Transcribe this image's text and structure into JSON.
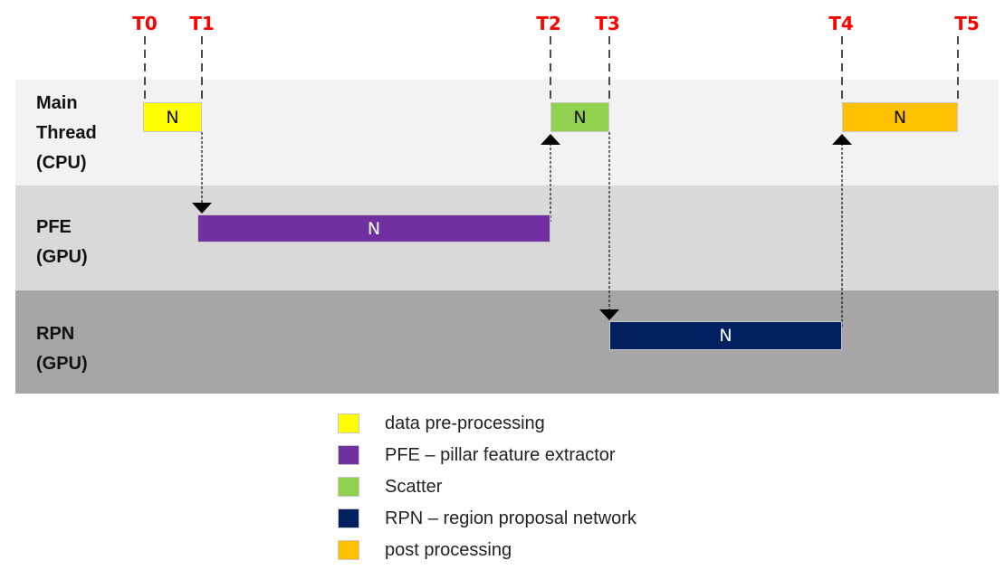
{
  "diagram": {
    "time_markers": [
      "T0",
      "T1",
      "T2",
      "T3",
      "T4",
      "T5"
    ],
    "lanes": [
      {
        "id": "main",
        "label": "Main\nThread\n(CPU)",
        "color": "#f2f2f2"
      },
      {
        "id": "pfe",
        "label": "PFE\n(GPU)",
        "color": "#d9d9d9"
      },
      {
        "id": "rpn",
        "label": "RPN\n(GPU)",
        "color": "#a6a6a6"
      }
    ],
    "tasks": [
      {
        "name": "data-pre-processing",
        "lane": "main",
        "start": "T0",
        "end": "T1",
        "label": "N",
        "color": "#ffff00",
        "text_color": "#111111"
      },
      {
        "name": "pfe",
        "lane": "pfe",
        "start": "T1",
        "end": "T2",
        "label": "N",
        "color": "#7030a0",
        "text_color": "#ffffff"
      },
      {
        "name": "scatter",
        "lane": "main",
        "start": "T2",
        "end": "T3",
        "label": "N",
        "color": "#92d050",
        "text_color": "#111111"
      },
      {
        "name": "rpn",
        "lane": "rpn",
        "start": "T3",
        "end": "T4",
        "label": "N",
        "color": "#002060",
        "text_color": "#ffffff"
      },
      {
        "name": "post-processing",
        "lane": "main",
        "start": "T4",
        "end": "T5",
        "label": "N",
        "color": "#ffc000",
        "text_color": "#111111"
      }
    ],
    "dependencies": [
      {
        "from_lane": "main",
        "to_lane": "pfe",
        "at": "T1"
      },
      {
        "from_lane": "pfe",
        "to_lane": "main",
        "at": "T2"
      },
      {
        "from_lane": "main",
        "to_lane": "rpn",
        "at": "T3"
      },
      {
        "from_lane": "rpn",
        "to_lane": "main",
        "at": "T4"
      }
    ]
  },
  "legend": [
    {
      "label": "data pre-processing",
      "color": "#ffff00"
    },
    {
      "label": "PFE – pillar feature extractor",
      "color": "#7030a0"
    },
    {
      "label": "Scatter",
      "color": "#92d050"
    },
    {
      "label": "RPN – region proposal network",
      "color": "#002060"
    },
    {
      "label": "post processing",
      "color": "#ffc000"
    }
  ]
}
